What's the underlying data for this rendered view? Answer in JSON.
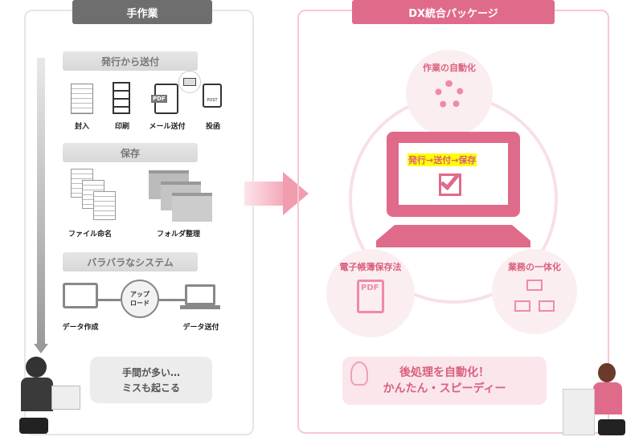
{
  "left": {
    "title": "手作業",
    "sec1": {
      "title": "発行から送付",
      "items": [
        "封入",
        "印刷",
        "メール送付",
        "投函"
      ],
      "pdf": "PDF",
      "post": "POST"
    },
    "sec2": {
      "title": "保存",
      "items": [
        "ファイル命名",
        "フォルダ整理"
      ]
    },
    "sec3": {
      "title": "バラバラなシステム",
      "upload": "アップ\nロード",
      "items": [
        "データ作成",
        "データ送付"
      ]
    },
    "bubble": [
      "手間が多い…",
      "ミスも起こる"
    ]
  },
  "right": {
    "title": "DX統合パッケージ",
    "screen_text": "発行→送付→保存",
    "circles": [
      "作業の自動化",
      "電子帳簿保存法",
      "業務の一体化"
    ],
    "pdf": "PDF",
    "bubble": [
      "後処理を自動化！",
      "かんたん・スピーディー"
    ]
  },
  "colors": {
    "pink": "#e06a8a",
    "gray": "#6e6e6e",
    "highlight": "#ffff00"
  }
}
